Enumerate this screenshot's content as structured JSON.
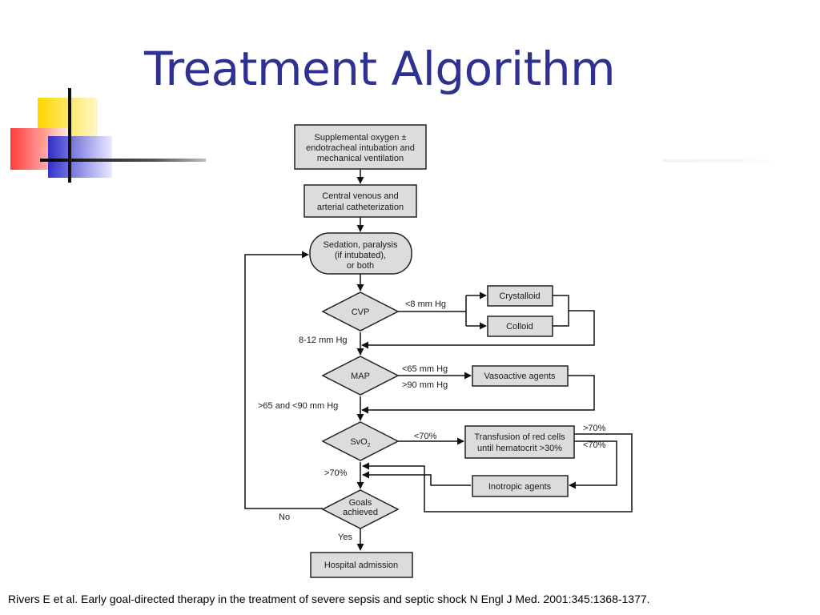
{
  "slide": {
    "title": "Treatment Algorithm",
    "citation": "Rivers E et al. Early goal-directed therapy in the treatment of severe sepsis and septic shock N Engl J Med. 2001:345:1368-1377."
  },
  "flowchart": {
    "oxygen_box": [
      "Supplemental oxygen ±",
      "endotracheal intubation and",
      "mechanical ventilation"
    ],
    "catheter_box": [
      "Central venous and",
      "arterial catheterization"
    ],
    "sedation_box": [
      "Sedation, paralysis",
      "(if intubated),",
      "or both"
    ],
    "cvp": {
      "label": "CVP",
      "low": "<8 mm Hg",
      "target": "8-12 mm Hg",
      "crystalloid": "Crystalloid",
      "colloid": "Colloid"
    },
    "map": {
      "label": "MAP",
      "low": "<65 mm Hg",
      "high": ">90 mm Hg",
      "target": ">65 and <90 mm Hg",
      "vasoactive": "Vasoactive agents"
    },
    "svo2": {
      "label": "SvO",
      "label_sub": "2",
      "low": "<70%",
      "target": ">70%",
      "transfusion": [
        "Transfusion of red cells",
        "until hematocrit >30%"
      ],
      "after_transfusion_high": ">70%",
      "after_transfusion_low": "<70%",
      "inotropic": "Inotropic agents"
    },
    "goals": {
      "label": [
        "Goals",
        "achieved"
      ],
      "no": "No",
      "yes": "Yes"
    },
    "admission": "Hospital admission"
  }
}
